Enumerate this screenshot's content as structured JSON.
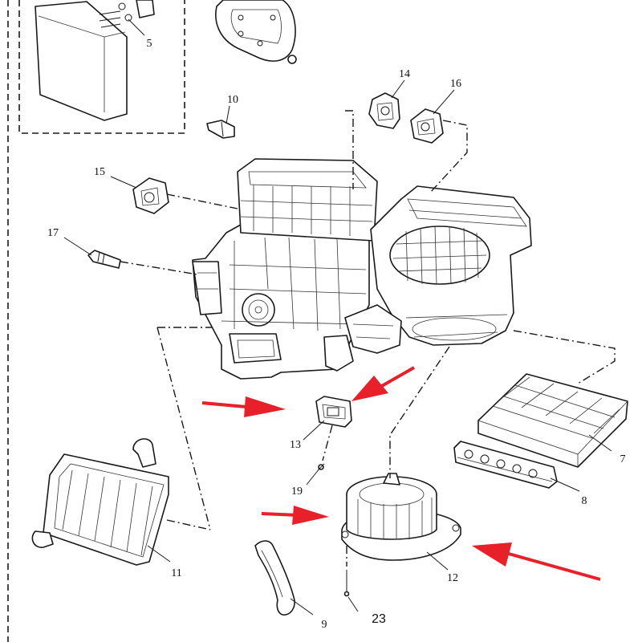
{
  "diagram": {
    "callouts": [
      {
        "id": "5",
        "text": "5"
      },
      {
        "id": "10",
        "text": "10"
      },
      {
        "id": "14",
        "text": "14"
      },
      {
        "id": "16",
        "text": "16"
      },
      {
        "id": "15",
        "text": "15"
      },
      {
        "id": "17",
        "text": "17"
      },
      {
        "id": "13",
        "text": "13"
      },
      {
        "id": "19",
        "text": "19"
      },
      {
        "id": "7",
        "text": "7"
      },
      {
        "id": "8",
        "text": "8"
      },
      {
        "id": "11",
        "text": "11"
      },
      {
        "id": "12",
        "text": "12"
      },
      {
        "id": "9",
        "text": "9"
      },
      {
        "id": "23",
        "text": "23"
      }
    ],
    "arrow_color": "#e8202a",
    "line_color": "#1a1a1a"
  }
}
